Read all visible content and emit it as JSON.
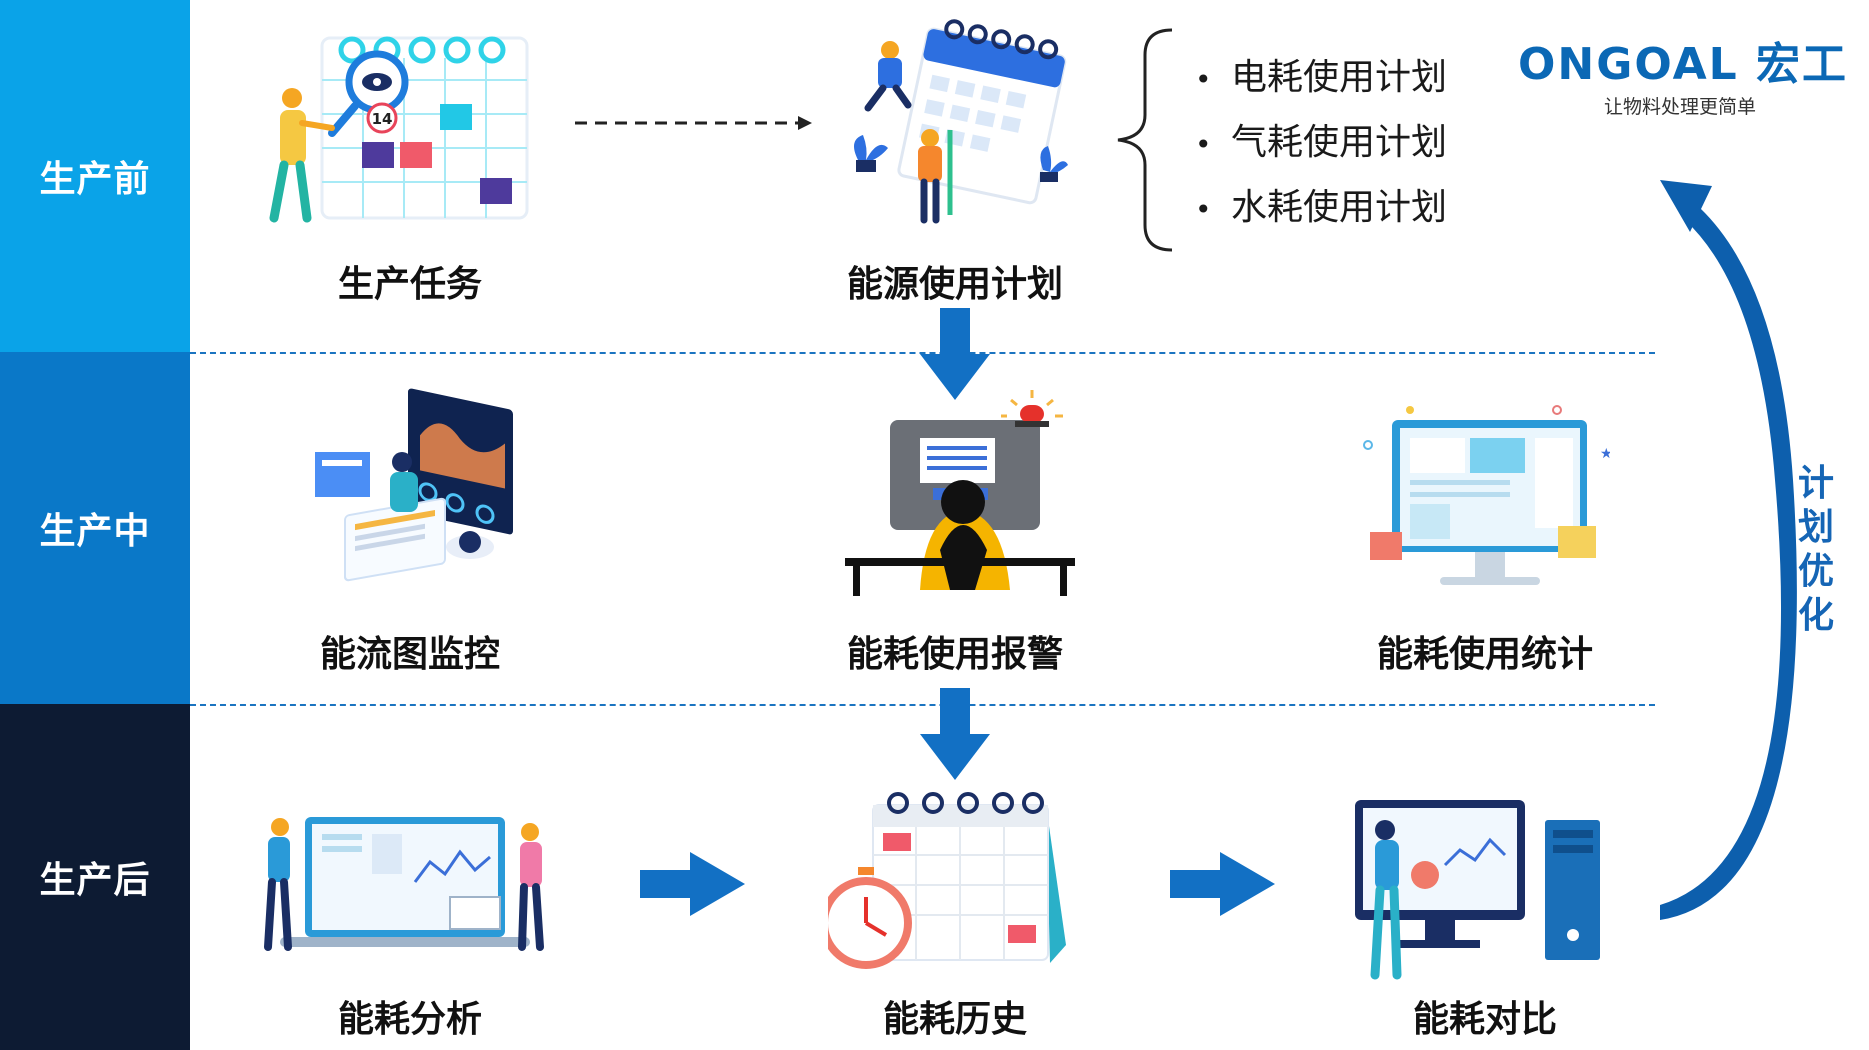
{
  "phases": {
    "pre": "生产前",
    "mid": "生产中",
    "post": "生产后"
  },
  "steps": {
    "production_task": "生产任务",
    "energy_plan": "能源使用计划",
    "energy_flow_monitor": "能流图监控",
    "energy_alarm": "能耗使用报警",
    "energy_statistics": "能耗使用统计",
    "energy_analysis": "能耗分析",
    "energy_history": "能耗历史",
    "energy_comparison": "能耗对比"
  },
  "plan_items": [
    "电耗使用计划",
    "气耗使用计划",
    "水耗使用计划"
  ],
  "calendar_day": "14",
  "optimize_chars": [
    "计",
    "划",
    "优",
    "化"
  ],
  "logo": {
    "brand_en": "ONGOAL",
    "brand_cn": "宏工",
    "slogan": "让物料处理更简单"
  },
  "colors": {
    "pre": "#0aa3e8",
    "mid": "#0a78c8",
    "post": "#0d1b33",
    "arrow": "#1270c4",
    "brand": "#0b68b5"
  }
}
